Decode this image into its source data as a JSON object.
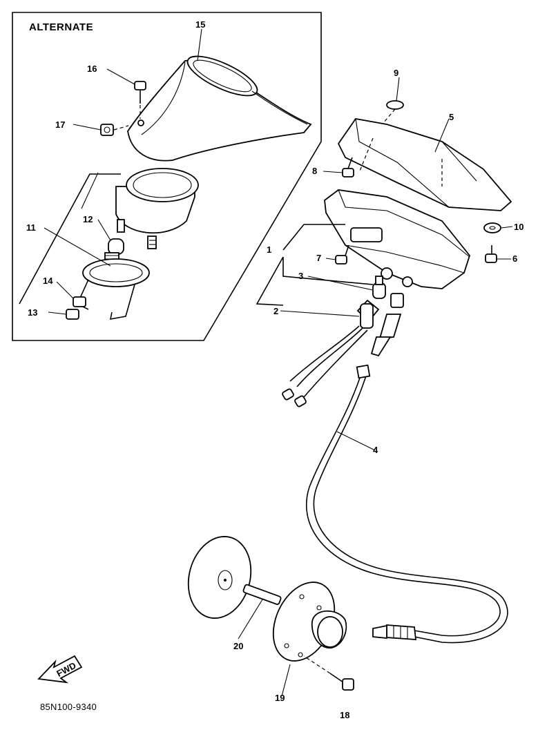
{
  "diagram": {
    "inset_title": "ALTERNATE",
    "drawing_code": "85N100-9340",
    "fwd_label": "FWD",
    "callouts": {
      "c1": "1",
      "c2": "2",
      "c3": "3",
      "c4": "4",
      "c5": "5",
      "c6": "6",
      "c7": "7",
      "c8": "8",
      "c9": "9",
      "c10": "10",
      "c11": "11",
      "c12": "12",
      "c13": "13",
      "c14": "14",
      "c15": "15",
      "c16": "16",
      "c17": "17",
      "c18": "18",
      "c19": "19",
      "c20": "20"
    }
  }
}
